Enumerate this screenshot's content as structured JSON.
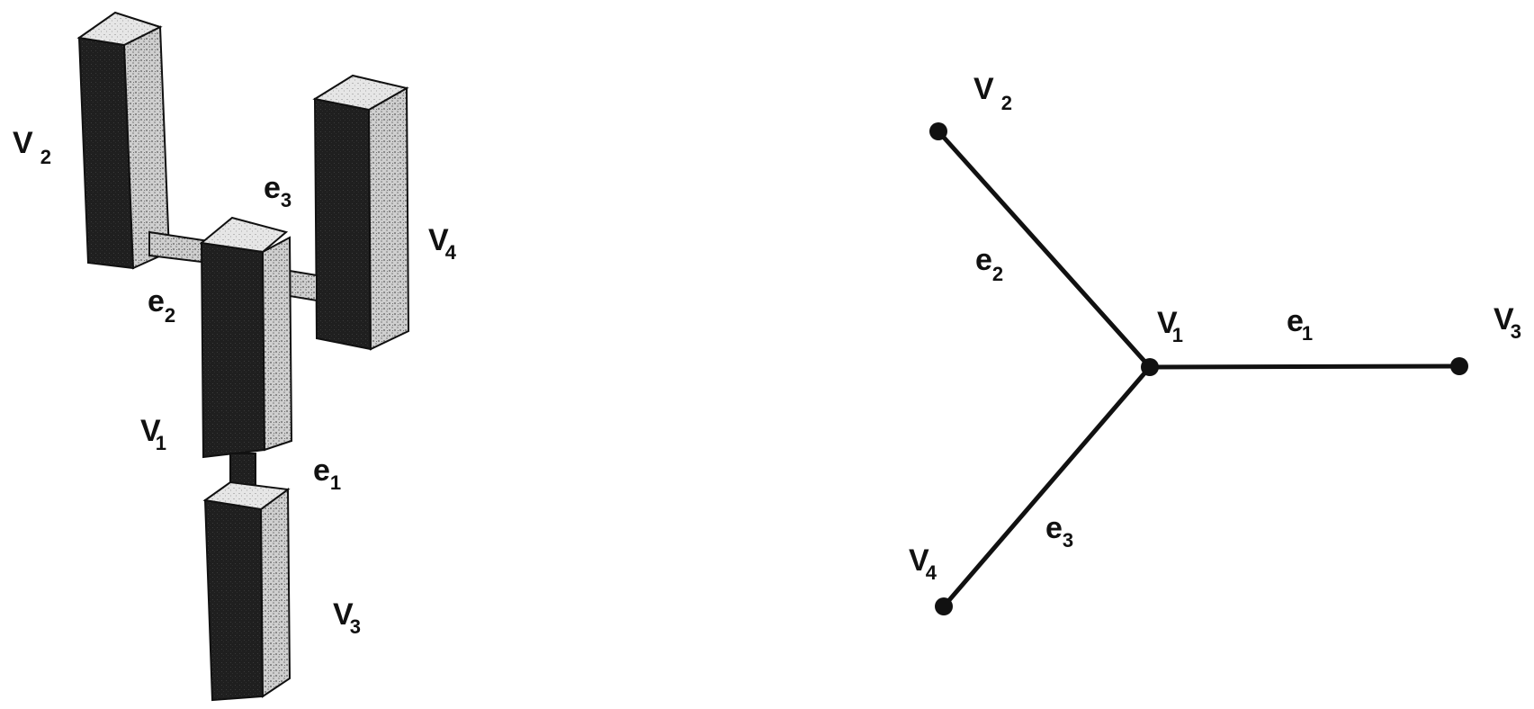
{
  "colors": {
    "ink": "#111111",
    "block_dark": "#1f1f1f",
    "block_light": "#d9d9d9",
    "block_mid": "#9a9a9a",
    "background": "#ffffff"
  },
  "left_figure": {
    "labels": {
      "v2": {
        "base": "V",
        "sub": "2"
      },
      "v4": {
        "base": "V",
        "sub": "4"
      },
      "v1": {
        "base": "V",
        "sub": "1"
      },
      "v3": {
        "base": "V",
        "sub": "3"
      },
      "e1": {
        "base": "e",
        "sub": "1"
      },
      "e2": {
        "base": "e",
        "sub": "2"
      },
      "e3": {
        "base": "e",
        "sub": "3"
      }
    }
  },
  "right_figure": {
    "labels": {
      "v1": {
        "base": "V",
        "sub": "1"
      },
      "v2": {
        "base": "V",
        "sub": "2"
      },
      "v3": {
        "base": "V",
        "sub": "3"
      },
      "v4": {
        "base": "V",
        "sub": "4"
      },
      "e1": {
        "base": "e",
        "sub": "1"
      },
      "e2": {
        "base": "e",
        "sub": "2"
      },
      "e3": {
        "base": "e",
        "sub": "3"
      }
    }
  }
}
